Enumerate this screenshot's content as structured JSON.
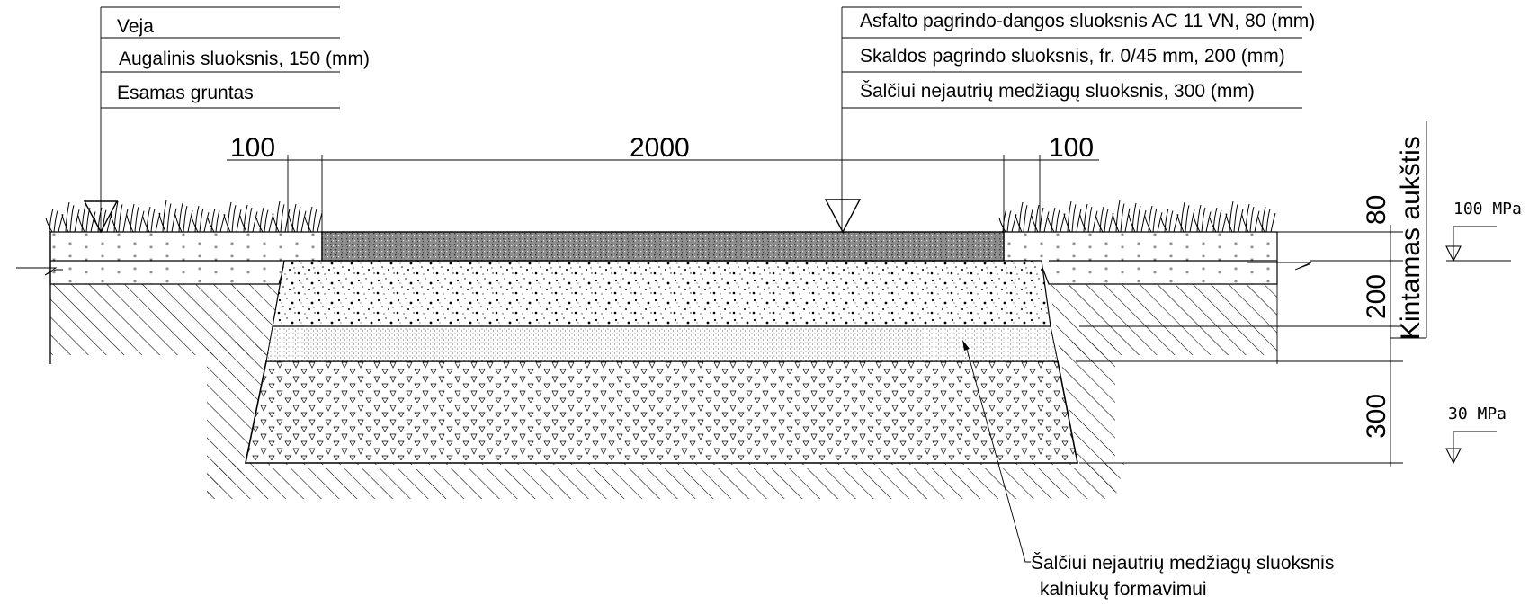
{
  "left_labels": {
    "veja": "Veja",
    "augalinis": "Augalinis sluoksnis, 150 (mm)",
    "gruntas": "Esamas gruntas"
  },
  "right_labels": {
    "asfaltas": "Asfalto pagrindo-dangos sluoksnis  AC 11 VN, 80 (mm)",
    "skalda": "Skaldos pagrindo sluoksnis, fr. 0/45 mm, 200 (mm)",
    "salciui": "Šalčiui nejautrių medžiagų sluoksnis, 300 (mm)"
  },
  "dimensions": {
    "left_width": "100",
    "center_width": "2000",
    "right_width": "100",
    "asphalt_thickness": "80",
    "base_thickness": "200",
    "frost_thickness": "300",
    "variable_height": "Kintamas aukštis"
  },
  "modulus": {
    "top": "100 MPa",
    "bottom": "30 MPa"
  },
  "callout": {
    "line1": "Šalčiui nejautrių medžiagų sluoksnis",
    "line2": "kalniukų formavimui"
  }
}
